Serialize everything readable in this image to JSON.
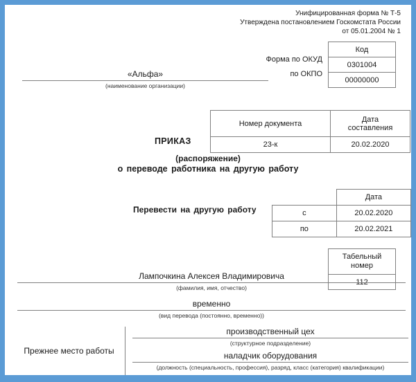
{
  "document": {
    "header_lines": [
      "Унифицированная форма № Т-5",
      "Утверждена постановлением Госкомстата России",
      "от 05.01.2004 № 1"
    ],
    "code_table": {
      "header": "Код",
      "rows": [
        {
          "label": "Форма по ОКУД",
          "value": "0301004"
        },
        {
          "label": "по ОКПО",
          "value": "00000000"
        }
      ]
    },
    "organization": {
      "name": "«Альфа»",
      "caption": "(наименование организации)"
    },
    "doc_table": {
      "headers": [
        "Номер документа",
        "Дата\nсоставления"
      ],
      "header_number": "Номер документа",
      "header_date": "Дата составления",
      "number": "23-к",
      "date": "20.02.2020"
    },
    "titles": {
      "order": "ПРИКАЗ",
      "order_alt": "(распоряжение)",
      "subject": "о переводе работника на другую работу"
    },
    "transfer": {
      "label": "Перевести  на другую  работу",
      "date_header": "Дата",
      "from_label": "с",
      "from_value": "20.02.2020",
      "to_label": "по",
      "to_value": "20.02.2021"
    },
    "personnel": {
      "header": "Табельный номер",
      "header_line1": "Табельный",
      "header_line2": "номер",
      "value": "112"
    },
    "employee": {
      "full_name": "Лампочкина Алексея Владимировича",
      "caption": "(фамилия, имя, отчество)"
    },
    "transfer_kind": {
      "value": "временно",
      "caption": "(вид перевода (постоянно, временно))"
    },
    "previous_place": {
      "label": "Прежнее место работы",
      "department_value": "производственный цех",
      "department_caption": "(структурное подразделение)",
      "position_value": "наладчик оборудования",
      "position_caption": "(должность (специальность, профессия), разряд, класс (категория) квалификации)"
    },
    "colors": {
      "frame": "#5b9bd5",
      "border": "#7f7f7f",
      "text": "#1a1a1a"
    }
  }
}
